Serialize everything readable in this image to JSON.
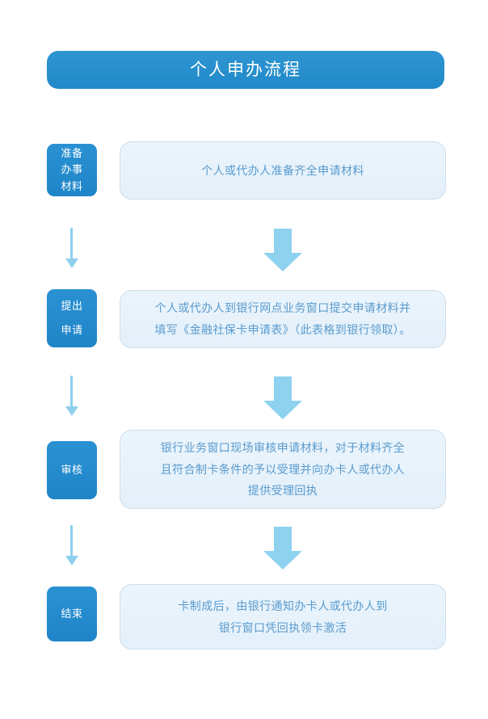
{
  "header": {
    "title": "个人申办流程",
    "accent_color": "#2189ce"
  },
  "colors": {
    "banner_blue": "#2189ce",
    "label_blue": "#2189ce",
    "content_fill": "#e9f3fb",
    "content_border": "#cfdde8",
    "content_text": "#5a9bcd",
    "thin_arrow": "#8fd0ee",
    "block_arrow": "#8ed2f0"
  },
  "steps": [
    {
      "label_lines": [
        "准备",
        "办事",
        "材料"
      ],
      "content_lines": [
        "个人或代办人准备齐全申请材料"
      ]
    },
    {
      "label_lines": [
        "提出",
        "申请"
      ],
      "content_lines": [
        "个人或代办人到银行网点业务窗口提交申请材料并",
        "填写《金融社保卡申请表》（此表格到银行领取）。"
      ]
    },
    {
      "label_lines": [
        "审核"
      ],
      "content_lines": [
        "银行业务窗口现场审核申请材料，对于材料齐全",
        "且符合制卡条件的予以受理并向办卡人或代办人",
        "提供受理回执"
      ]
    },
    {
      "label_lines": [
        "结束"
      ],
      "content_lines": [
        "卡制成后，由银行通知办卡人或代办人到",
        "银行窗口凭回执领卡激活"
      ]
    }
  ],
  "connectors": {
    "thin_arrow_count": 3,
    "block_arrow_count": 3,
    "direction": "down"
  }
}
